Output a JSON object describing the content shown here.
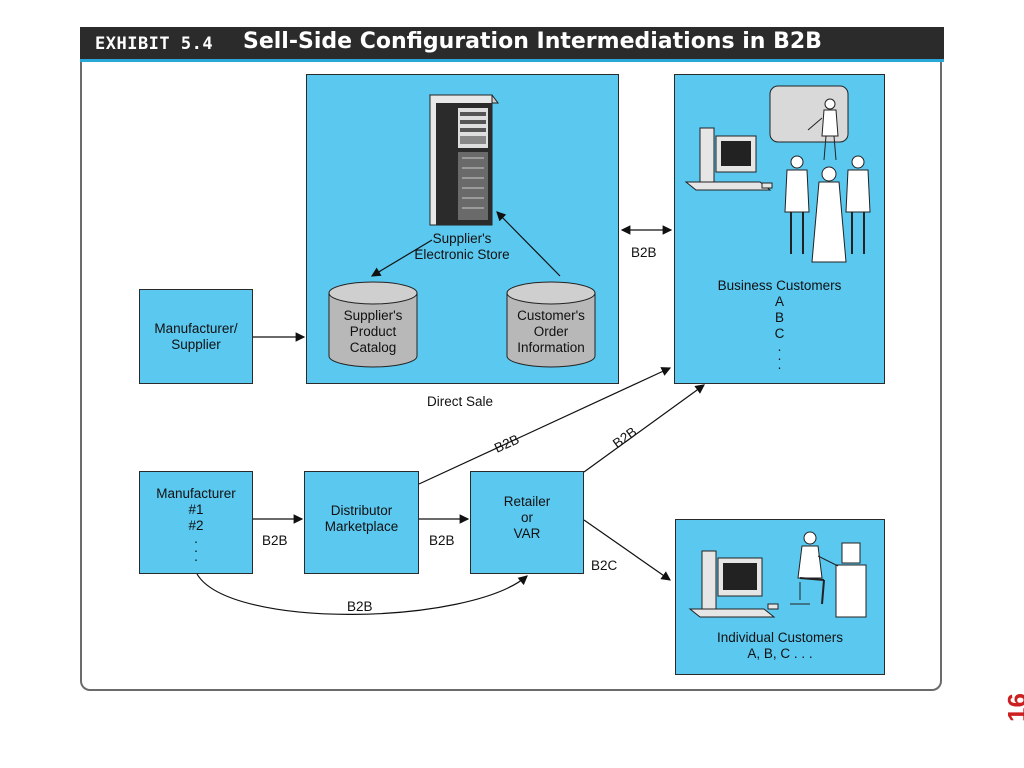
{
  "header": {
    "exhibit": "EXHIBIT 5.4",
    "title": "Sell-Side Configuration Intermediations in B2B"
  },
  "nodes": {
    "manufacturer_supplier": [
      "Manufacturer/",
      "Supplier"
    ],
    "electronic_store": [
      "Supplier's",
      "Electronic Store"
    ],
    "product_catalog": [
      "Supplier's",
      "Product",
      "Catalog"
    ],
    "order_information": [
      "Customer's",
      "Order",
      "Information"
    ],
    "business_customers": [
      "Business Customers",
      "A",
      "B",
      "C",
      ".",
      ".",
      "."
    ],
    "manufacturer_list": [
      "Manufacturer",
      "#1",
      "#2",
      ".",
      ".",
      "."
    ],
    "distributor": [
      "Distributor",
      "Marketplace"
    ],
    "retailer": [
      "Retailer",
      "or",
      "VAR"
    ],
    "individual_customers": [
      "Individual Customers",
      "A, B, C . . ."
    ]
  },
  "labels": {
    "direct_sale": "Direct Sale",
    "b2b_store_business": "B2B",
    "b2b_distributor_business": "B2B",
    "b2b_retailer_business": "B2B",
    "b2b_mfr_distributor": "B2B",
    "b2b_distributor_retailer": "B2B",
    "b2b_mfr_retailer": "B2B",
    "b2c_retailer_individual": "B2C"
  },
  "page_number": "16",
  "colors": {
    "box_fill": "#5bc8f0",
    "cylinder_fill": "#b8b8b8",
    "header_bg": "#2b2b2b",
    "header_rule": "#2aa7d6",
    "page_number": "#cc1f1f"
  }
}
